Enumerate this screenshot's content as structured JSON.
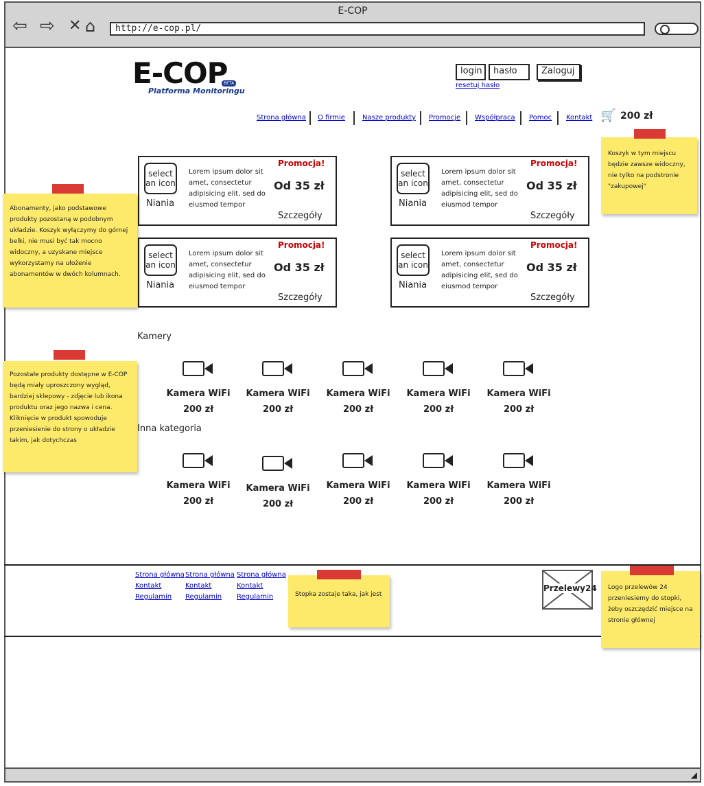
{
  "browser": {
    "title": "E-COP",
    "url": "http://e-cop.pl/",
    "icons": [
      "back-arrow-icon",
      "forward-arrow-icon",
      "close-icon",
      "home-icon",
      "search-icon"
    ]
  },
  "header": {
    "logo_text": "E-COP",
    "logo_badge": "BETA",
    "logo_subtitle": "Platforma Monitoringu",
    "login_placeholder": "login",
    "password_placeholder": "hasło",
    "login_button": "Zaloguj",
    "reset_link": "resetuj hasło",
    "cart_total": "200 zł"
  },
  "menu": [
    "Strona główna",
    "O firmie",
    "Nasze produkty",
    "Promocje",
    "Współpraca",
    "Pomoc",
    "Kontakt"
  ],
  "cards": [
    {
      "icon_text": "select an icon",
      "name": "Niania",
      "description": "Lorem ipsum dolor sit amet, consectetur adipisicing elit, sed do eiusmod tempor",
      "promo": "Promocja!",
      "price": "Od 35 zł",
      "more": "Szczegóły"
    },
    {
      "icon_text": "select an icon",
      "name": "Niania",
      "description": "Lorem ipsum dolor sit amet, consectetur adipisicing elit, sed do eiusmod tempor",
      "promo": "Promocja!",
      "price": "Od 35 zł",
      "more": "Szczegóły"
    },
    {
      "icon_text": "select an icon",
      "name": "Niania",
      "description": "Lorem ipsum dolor sit amet, consectetur adipisicing elit, sed do eiusmod tempor",
      "promo": "Promocja!",
      "price": "Od 35 zł",
      "more": "Szczegóły"
    },
    {
      "icon_text": "select an icon",
      "name": "Niania",
      "description": "Lorem ipsum dolor sit amet, consectetur adipisicing elit, sed do eiusmod tempor",
      "promo": "Promocja!",
      "price": "Od 35 zł",
      "more": "Szczegóły"
    }
  ],
  "categories": [
    {
      "title": "Kamery",
      "products": [
        {
          "name": "Kamera WiFi",
          "price": "200 zł"
        },
        {
          "name": "Kamera WiFi",
          "price": "200 zł"
        },
        {
          "name": "Kamera WiFi",
          "price": "200 zł"
        },
        {
          "name": "Kamera WiFi",
          "price": "200 zł"
        },
        {
          "name": "Kamera WiFi",
          "price": "200 zł"
        }
      ]
    },
    {
      "title": "Inna kategoria",
      "products": [
        {
          "name": "Kamera WiFi",
          "price": "200 zł"
        },
        {
          "name": "Kamera WiFi",
          "price": "200 zł"
        },
        {
          "name": "Kamera WiFi",
          "price": "200 zł"
        },
        {
          "name": "Kamera WiFi",
          "price": "200 zł"
        },
        {
          "name": "Kamera WiFi",
          "price": "200 zł"
        }
      ]
    }
  ],
  "footer": {
    "columns": [
      [
        "Strona główna",
        "Kontakt",
        "Regulamin"
      ],
      [
        "Strona główna",
        "Kontakt",
        "Regulamin"
      ],
      [
        "Strona główna",
        "Kontakt",
        "Regulamin"
      ]
    ],
    "payment_logo": "Przelewy24"
  },
  "notes": {
    "cart": "Koszyk w tym miejscu będzie zawsze widoczny, nie tylko na podstronie \"zakupowej\"",
    "subscriptions": "Abonamenty, jako podstawowe produkty pozostaną w podobnym układzie. Koszyk wyłączymy do górnej belki, nie musi być tak mocno widoczny, a uzyskane miejsce wykorzystamy na ułożenie abonamentów w dwóch kolumnach.",
    "products": "Pozostałe produkty dostępne w E-COP będą miały uproszczony wygląd, bardziej sklepowy - zdjęcie lub ikona produktu oraz jego nazwa i cena. Kliknięcie w produkt spowoduje przeniesienie do strony o układzie takim, jak dotychczas",
    "footer": "Stopka zostaje taka, jak jest",
    "przelewy": "Logo przelewów 24 przeniesiemy do stopki, żeby oszczędzić miejsce na stronie głównej"
  },
  "colors": {
    "link": "#0000cc",
    "promo": "#cc0000",
    "note": "#fde96a",
    "tape": "#d93a34",
    "brand": "#1a3b8c"
  }
}
